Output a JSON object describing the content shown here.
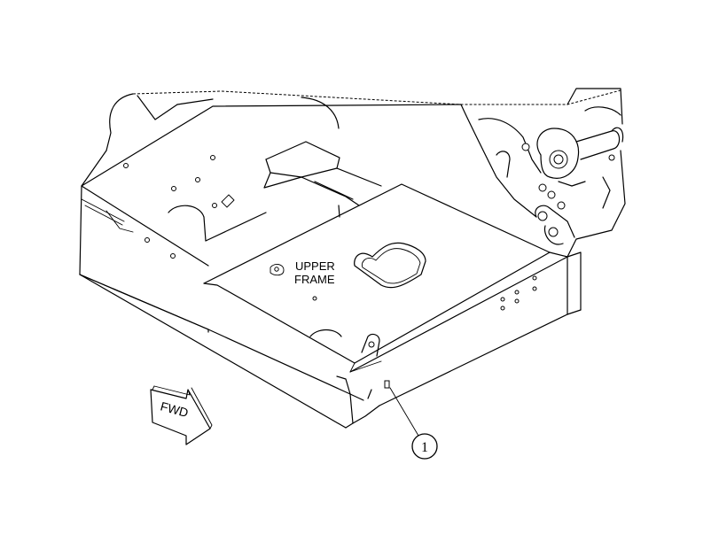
{
  "diagram": {
    "part_label": "UPPER FRAME",
    "part_label_line1": "UPPER",
    "part_label_line2": "FRAME",
    "direction_label": "FWD",
    "callouts": [
      {
        "number": "1"
      }
    ]
  }
}
